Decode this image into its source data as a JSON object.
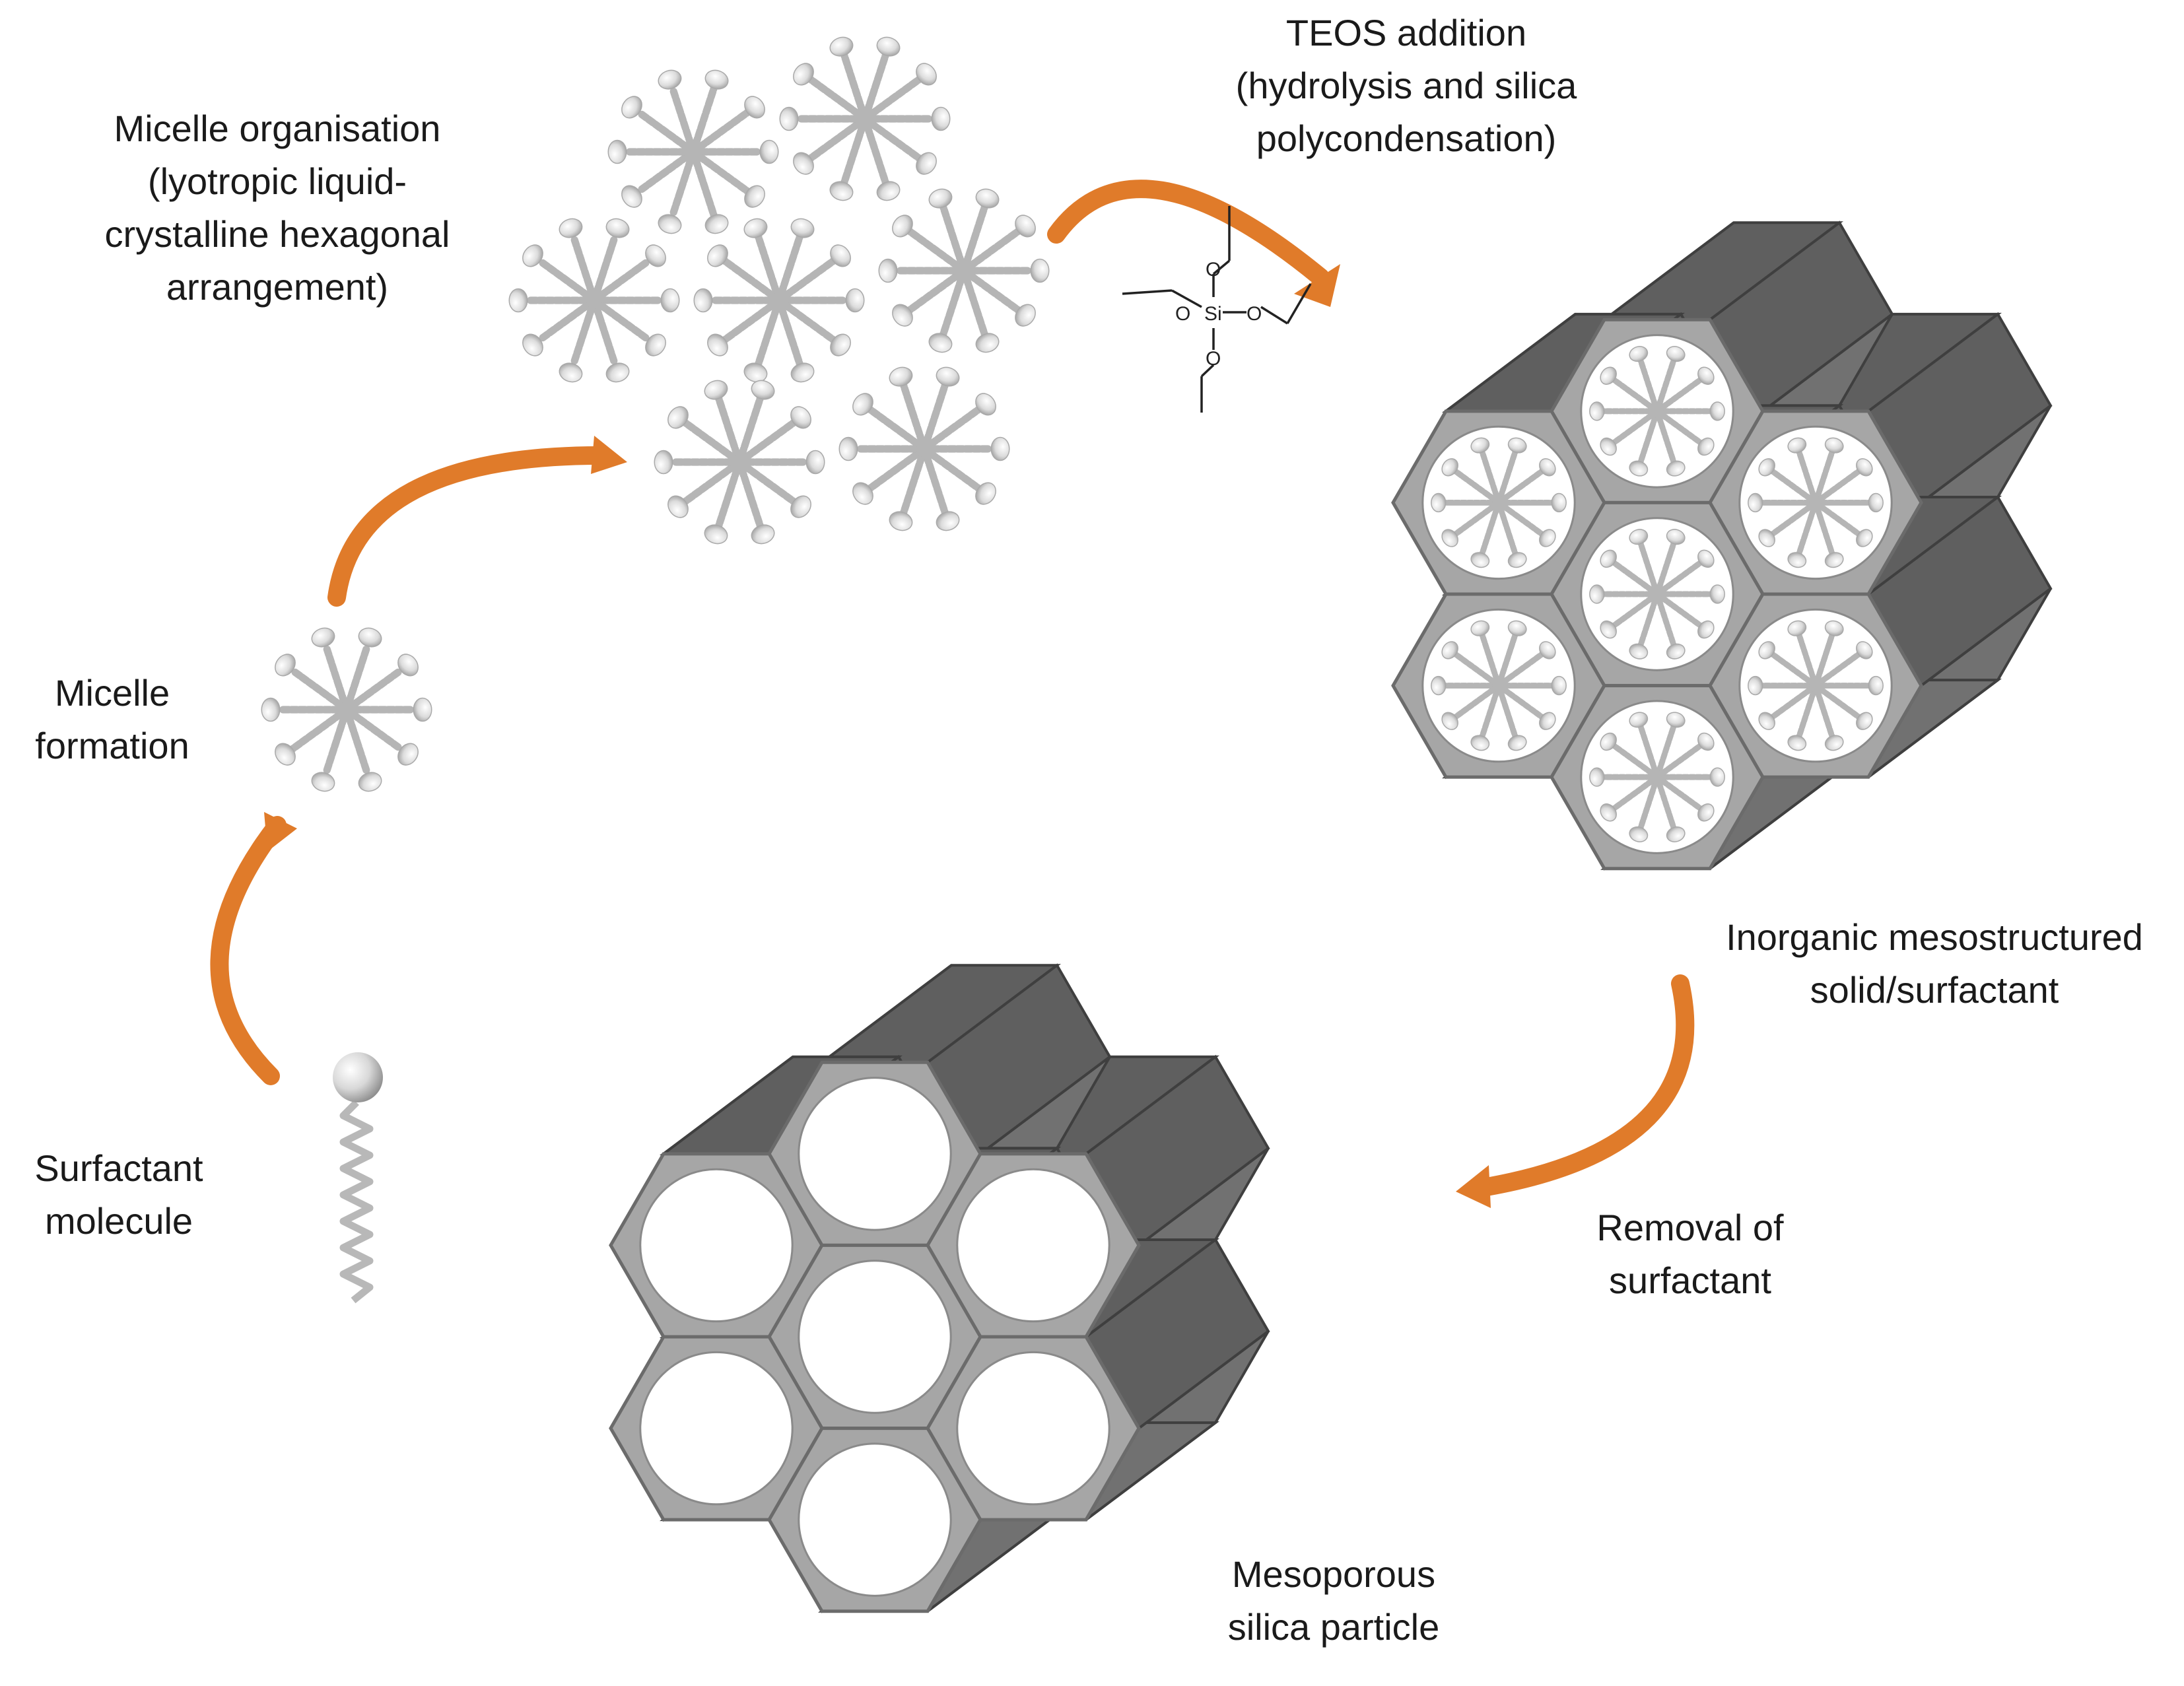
{
  "labels": {
    "surfactant_molecule": "Surfactant\nmolecule",
    "micelle_formation": "Micelle\nformation",
    "micelle_organisation": "Micelle organisation\n(lyotropic liquid-\ncrystalline hexagonal\narrangement)",
    "teos_addition": "TEOS addition\n(hydrolysis and silica\npolycondensation)",
    "inorganic_solid": "Inorganic mesostructured\nsolid/surfactant",
    "removal_of_surfactant": "Removal of\nsurfactant",
    "mesoporous_silica": "Mesoporous\nsilica particle"
  },
  "teos_structure": {
    "si_label": "Si",
    "o_label": "O"
  },
  "colors": {
    "arrow": "#e07b2a",
    "hex_face": "#a6a6a6",
    "hex_outline": "#6b6b6b",
    "prism_top": "#5f5f5f",
    "prism_side": "#717171",
    "micelle": "#b5b5b5"
  }
}
